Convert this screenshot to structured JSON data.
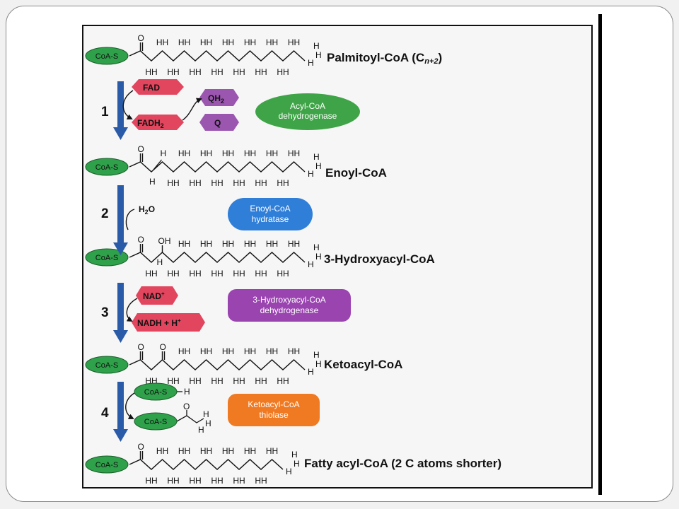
{
  "colors": {
    "coa": "#2ea14a",
    "arrow": "#2a5ba8",
    "acyl_coa_dehydrogenase": "#3fa447",
    "enoyl_coa_hydratase": "#2f7ed8",
    "hydroxyacyl_dehydrogenase": "#9a44b0",
    "thiolase": "#ef7a22",
    "fad": "#e2455e",
    "quinone": "#9b56b0",
    "nad": "#e2455e"
  },
  "coa_tag": "CoA-S",
  "molecules": [
    {
      "name": "Palmitoyl-CoA (C",
      "subscript": "n+2",
      "suffix": ")"
    },
    {
      "name": "Enoyl-CoA"
    },
    {
      "name": "3-Hydroxyacyl-CoA"
    },
    {
      "name": "Ketoacyl-CoA"
    },
    {
      "name": "Fatty acyl-CoA (2 C atoms shorter)"
    }
  ],
  "atoms": {
    "O": "O",
    "H": "H",
    "HH": "HH",
    "OH": "OH"
  },
  "steps": [
    {
      "number": "1",
      "enzyme": [
        "Acyl-CoA",
        "dehydrogenase"
      ],
      "cofactors": {
        "in": "FAD",
        "out_main": "FADH",
        "out_sub": "2",
        "q_main": "QH",
        "q_sub": "2",
        "q": "Q"
      }
    },
    {
      "number": "2",
      "enzyme": [
        "Enoyl-CoA",
        "hydratase"
      ],
      "cofactors": {
        "water_main": "H",
        "water_sub": "2",
        "water_end": "O"
      }
    },
    {
      "number": "3",
      "enzyme": [
        "3-Hydroxyacyl-CoA",
        "dehydrogenase"
      ],
      "cofactors": {
        "nad": "NAD",
        "nad_sup": "+",
        "nadh": "NADH + H",
        "nadh_sup": "+"
      }
    },
    {
      "number": "4",
      "enzyme": [
        "Ketoacyl-CoA",
        "thiolase"
      ],
      "cofactors": {
        "coash_h": "H"
      }
    }
  ]
}
